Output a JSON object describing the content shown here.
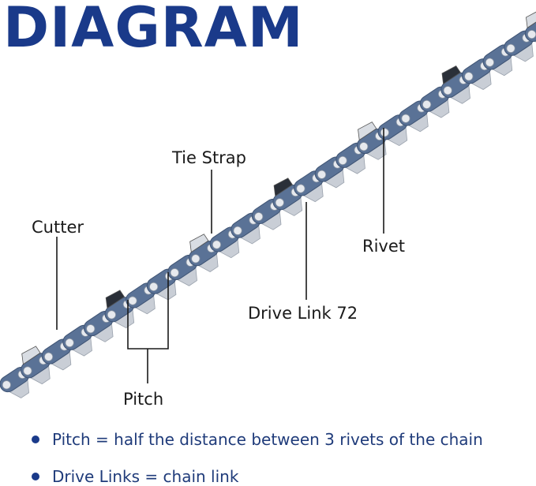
{
  "title": "DIAGRAM",
  "labels": {
    "tie_strap": "Tie Strap",
    "cutter": "Cutter",
    "rivet": "Rivet",
    "drive_link": "Drive Link 72",
    "pitch": "Pitch"
  },
  "notes": [
    "Pitch = half the distance between 3 rivets of the chain",
    "Drive Links = chain link"
  ],
  "colors": {
    "title": "#1a3a8a",
    "chain_plate": "#5a7296",
    "rivet": "#e6e9ee",
    "tooth": "#c9ced6",
    "leader_line": "#1a1a1a"
  }
}
